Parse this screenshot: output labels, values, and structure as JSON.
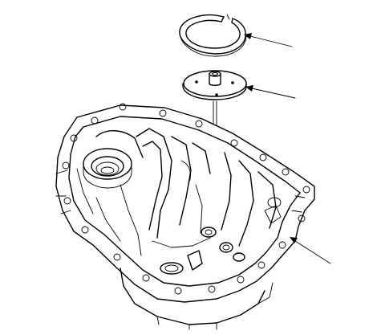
{
  "diagram": {
    "parts": [
      {
        "name": "snap-ring"
      },
      {
        "name": "shim-plate"
      },
      {
        "name": "transmission-housing"
      }
    ],
    "callouts": 3,
    "colors": {
      "line": "#000000",
      "background": "#ffffff"
    }
  }
}
